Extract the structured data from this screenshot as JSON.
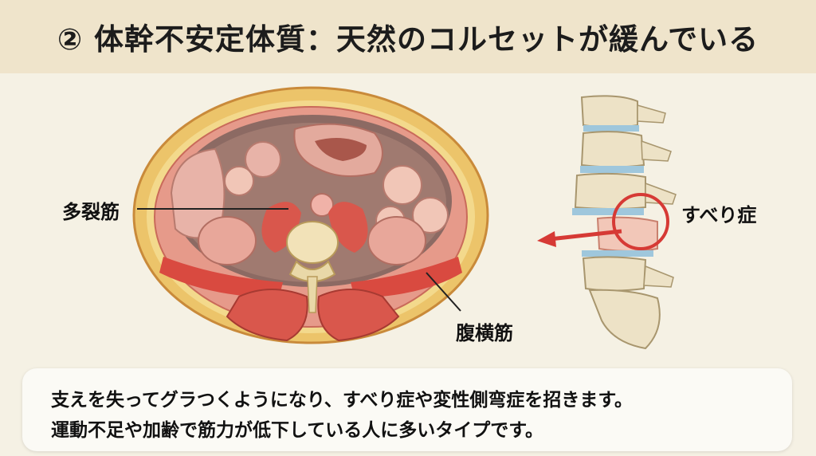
{
  "title": "② 体幹不安定体質：天然のコルセットが緩んでいる",
  "labels": {
    "multifidus": "多裂筋",
    "transversus": "腹横筋",
    "spondylolisthesis": "すべり症"
  },
  "caption": {
    "line1": "支えを失ってグラつくようになり、すべり症や変性側弯症を招きます。",
    "line2": "運動不足や加齢で筋力が低下している人に多いタイプです。"
  },
  "colors": {
    "title_bg": "#efe4cb",
    "page_bg": "#f5f1e4",
    "muscle_red": "#d94a40",
    "arrow_red": "#d63a35",
    "disc_blue": "#9fc7dc"
  },
  "icons": [
    "cross-section-illustration",
    "spine-illustration",
    "slip-arrow-icon",
    "highlight-circle-icon"
  ]
}
